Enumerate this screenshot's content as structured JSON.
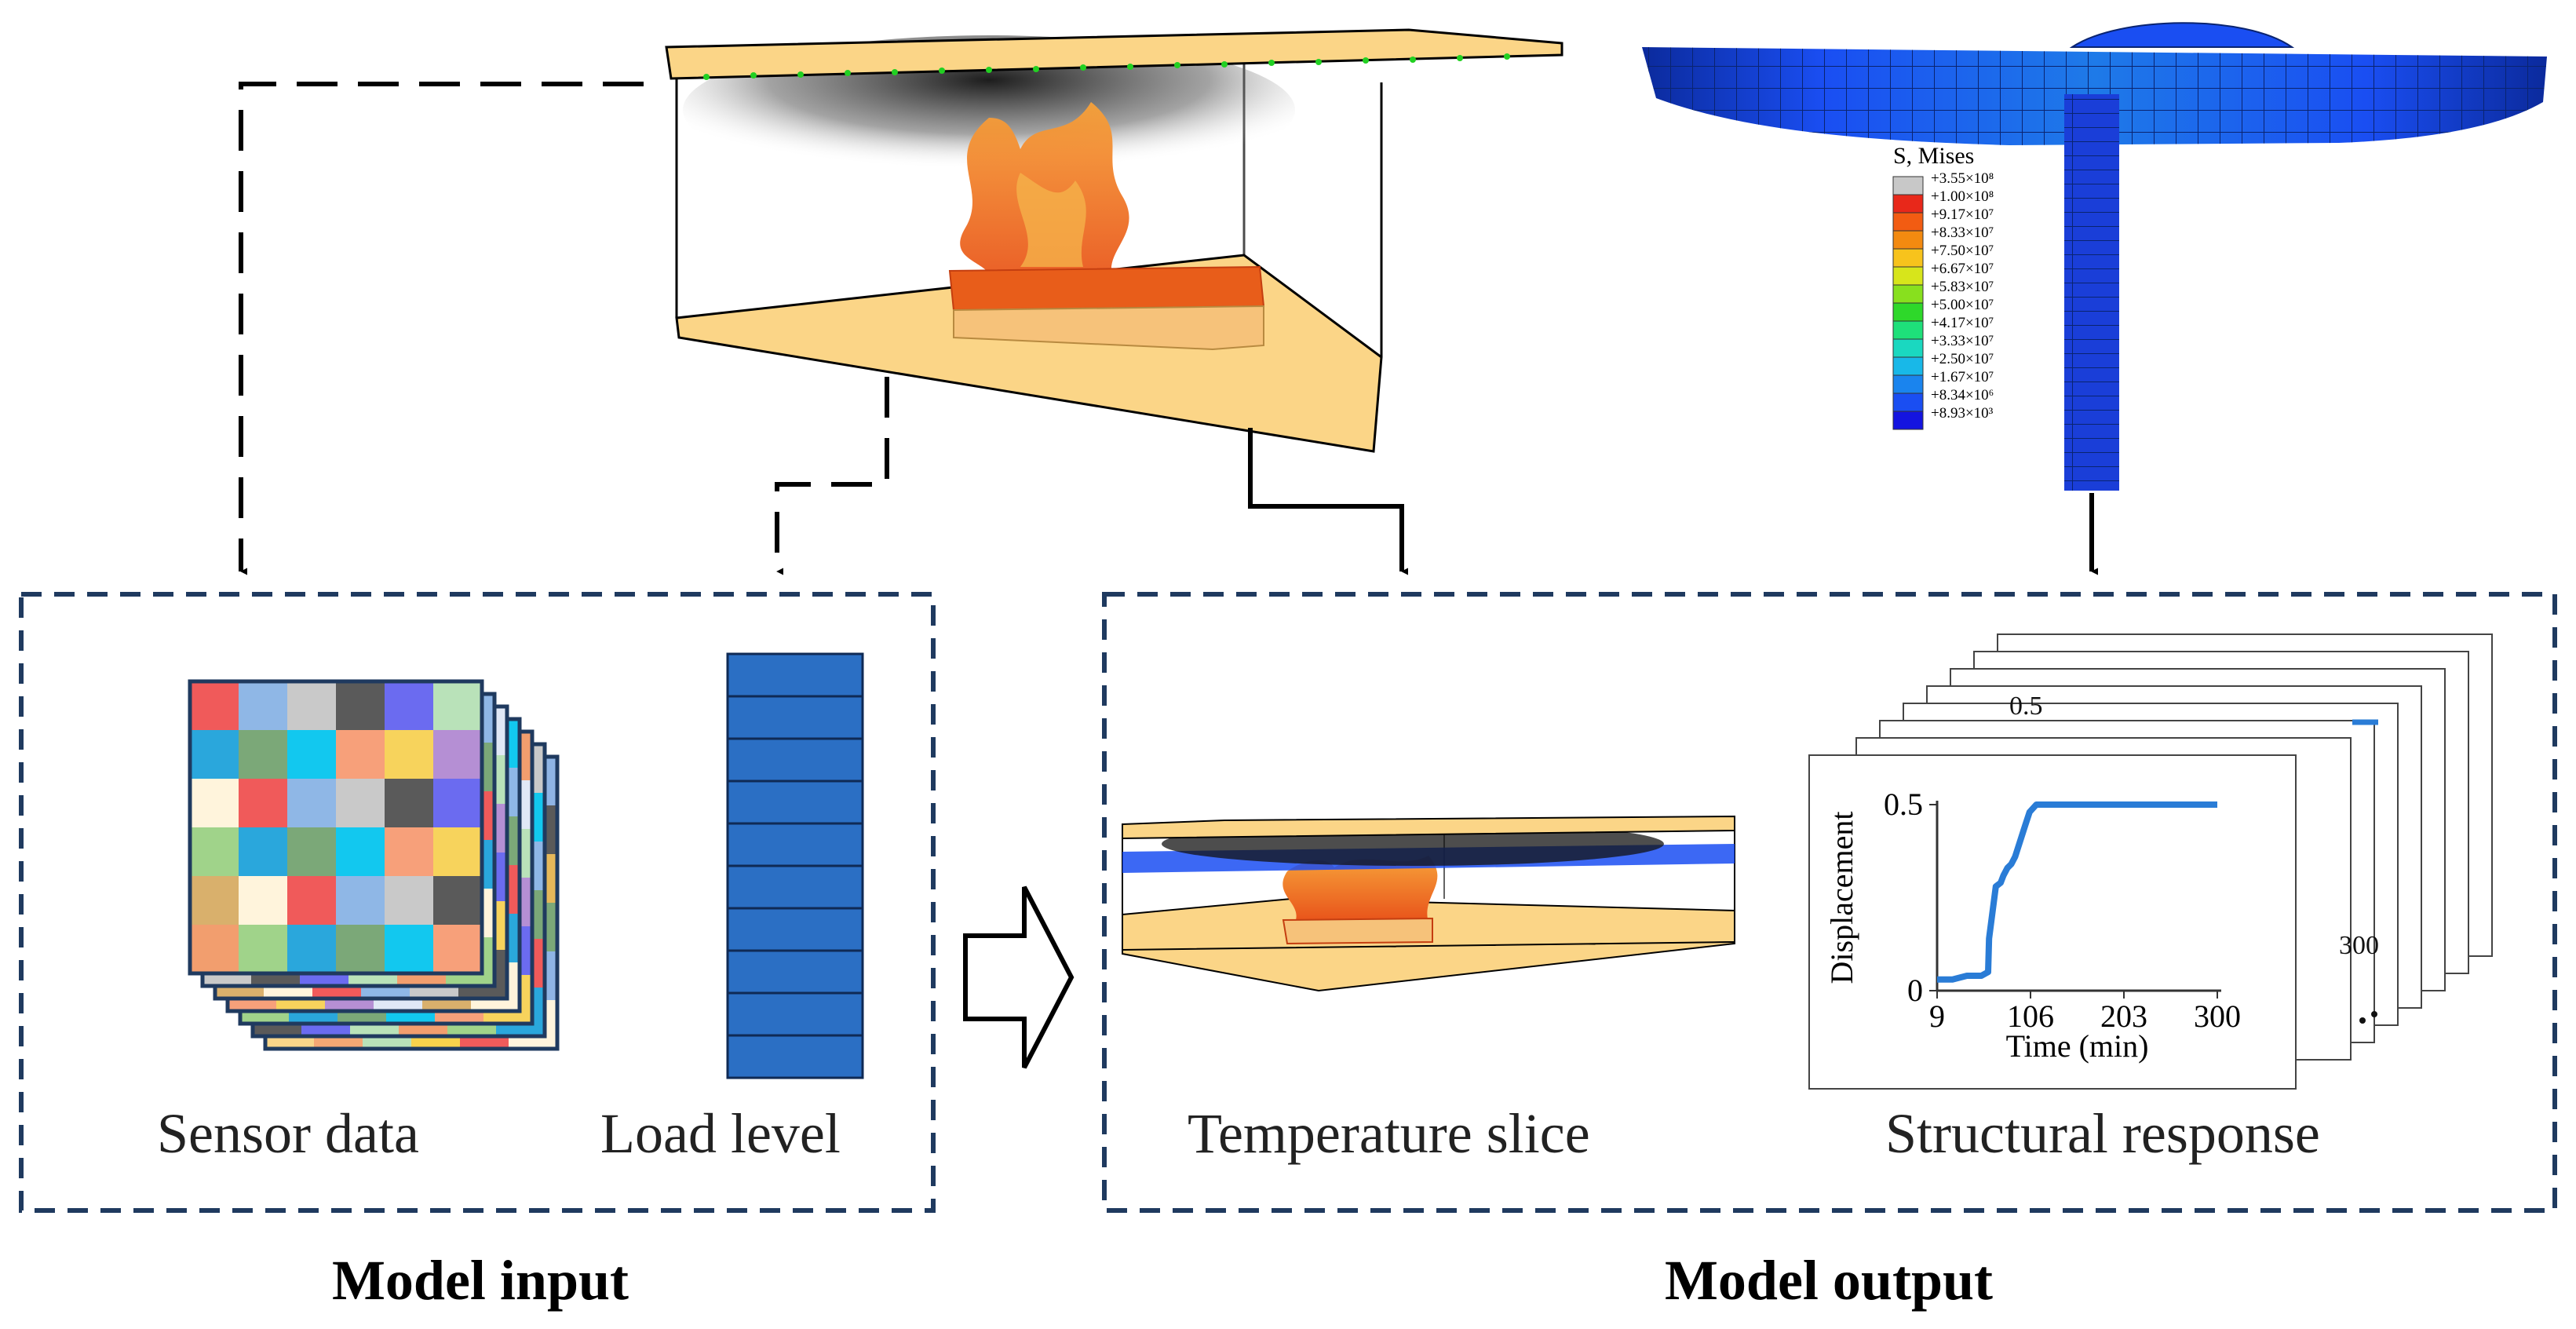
{
  "colors": {
    "frame_dash": "#1f3a5f",
    "flame": "#f07b22",
    "slab": "#fbd587",
    "column_blue": "#2b6fc4"
  },
  "input_panel": {
    "sensor_label": "Sensor data",
    "load_label": "Load level",
    "title": "Model input"
  },
  "output_panel": {
    "temperature_label": "Temperature slice",
    "structural_label": "Structural response",
    "title": "Model output"
  },
  "stress_legend": {
    "title": "S, Mises",
    "values": [
      "+3.55×10⁸",
      "+1.00×10⁸",
      "+9.17×10⁷",
      "+8.33×10⁷",
      "+7.50×10⁷",
      "+6.67×10⁷",
      "+5.83×10⁷",
      "+5.00×10⁷",
      "+4.17×10⁷",
      "+3.33×10⁷",
      "+2.50×10⁷",
      "+1.67×10⁷",
      "+8.34×10⁶",
      "+8.93×10³"
    ],
    "colors": [
      "#c8c8c8",
      "#e8281a",
      "#f25c12",
      "#f38a10",
      "#f7c31c",
      "#d7e51b",
      "#88e01e",
      "#2ed82a",
      "#1ee07a",
      "#1ad8c0",
      "#18b8e8",
      "#1a84ee",
      "#1a4ef2",
      "#1414e0"
    ]
  },
  "back_plot": {
    "partial_y_tick": "0.5",
    "partial_x_tick": "300"
  },
  "chart_data": {
    "type": "line",
    "xlabel": "Time (min)",
    "ylabel": "Displacement",
    "xticks": [
      "9",
      "106",
      "203",
      "300"
    ],
    "yticks": [
      "0",
      "0.5"
    ],
    "xlim": [
      9,
      300
    ],
    "ylim": [
      0,
      0.5
    ],
    "series": [
      {
        "x": [
          9,
          25,
          40,
          55,
          62,
          63,
          70,
          75,
          78,
          82,
          86,
          90,
          95,
          100,
          105,
          112,
          120,
          200,
          300
        ],
        "y": [
          0.03,
          0.03,
          0.04,
          0.04,
          0.05,
          0.14,
          0.28,
          0.29,
          0.31,
          0.33,
          0.34,
          0.36,
          0.4,
          0.44,
          0.48,
          0.5,
          0.5,
          0.5,
          0.5
        ]
      }
    ]
  }
}
